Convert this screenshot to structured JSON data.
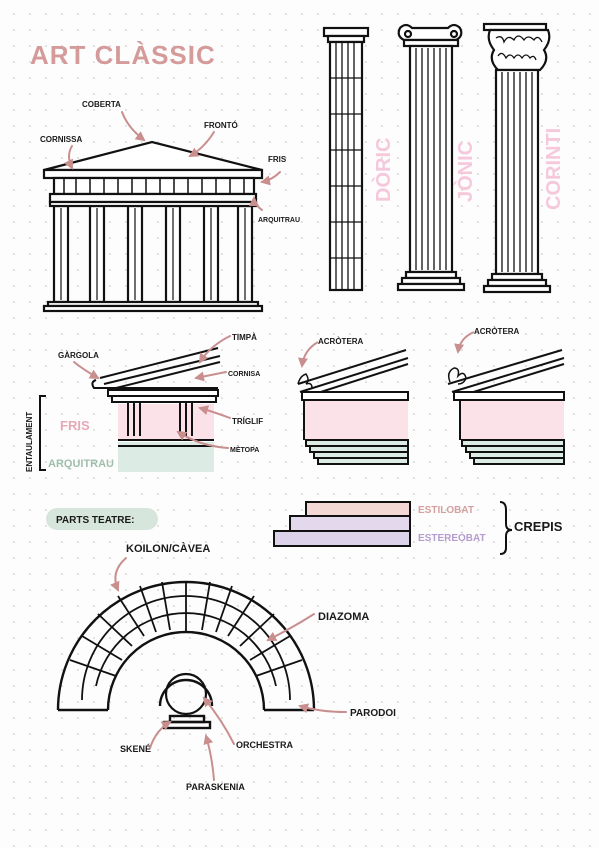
{
  "title": "ART CLÀSSIC",
  "temple": {
    "coberta": "COBERTA",
    "cornissa": "CORNISSA",
    "fronto": "FRONTÓ",
    "fris": "FRIS",
    "arquitrau": "ARQUITRAU"
  },
  "orders": {
    "doric": "DÒRIC",
    "ionic": "JÒNIC",
    "corinthian": "CORINTI"
  },
  "entablature": {
    "entaulament": "ENTAULAMENT",
    "fris": "FRIS",
    "arquitrau": "ARQUITRAU",
    "gargola": "GÀRGOLA",
    "timpa": "TIMPÀ",
    "cornisa": "CORNISA",
    "triglif": "TRÍGLIF",
    "metopa": "MÈTOPA"
  },
  "acroteria": {
    "label1": "ACRÒTERA",
    "label2": "ACRÒTERA"
  },
  "crepis": {
    "estilobat": "ESTILOBAT",
    "estereobat": "ESTEREÒBAT",
    "crepis": "CREPIS"
  },
  "theatre": {
    "heading": "PARTS TEATRE:",
    "koilon": "KOILON/CÀVEA",
    "diazoma": "DIAZOMA",
    "parodoi": "PARODOI",
    "orchestra": "ORCHESTRA",
    "skene": "SKENÉ",
    "paraskenia": "PARASKENIA"
  }
}
